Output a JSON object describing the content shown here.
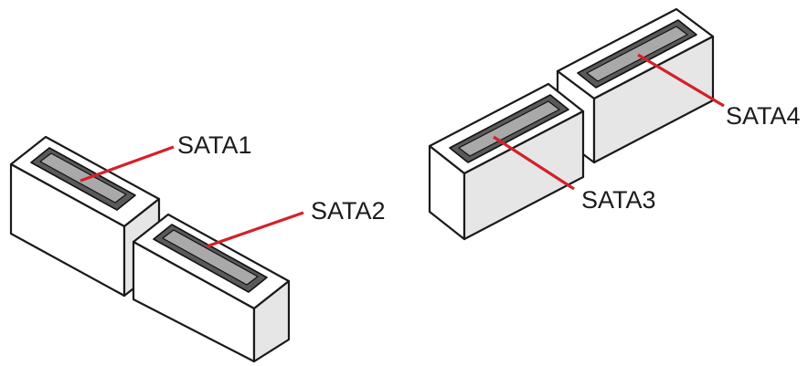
{
  "labels": {
    "sata1": "SATA1",
    "sata2": "SATA2",
    "sata3": "SATA3",
    "sata4": "SATA4"
  },
  "colors": {
    "callout": "#d42128",
    "outline": "#1a1a1a",
    "slot": "#5a5a5a",
    "slot_inner": "#a9a9a9"
  }
}
